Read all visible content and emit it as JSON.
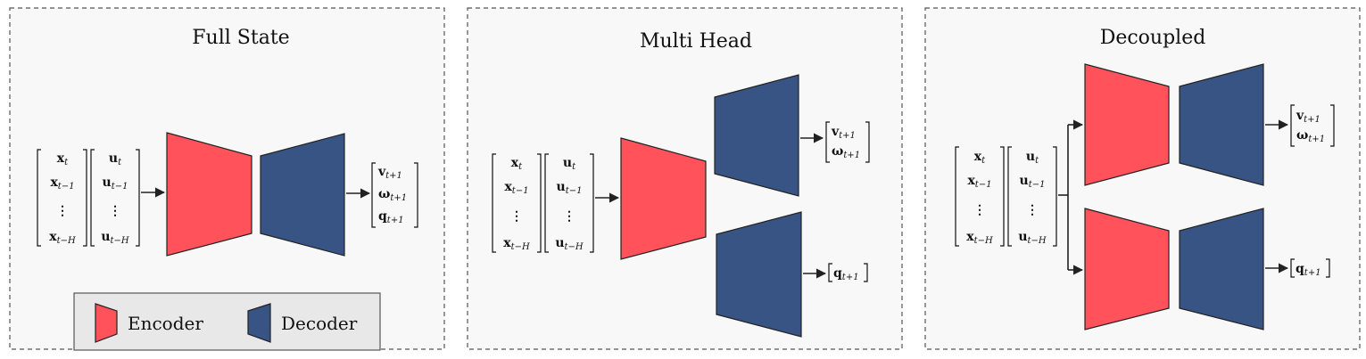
{
  "colors": {
    "encoder": "#FF525B",
    "decoder": "#385485",
    "panel_bg": "#F8F8F8",
    "legend_bg": "#E8E8E8",
    "border": "#555555"
  },
  "panels": [
    {
      "title": "Full State"
    },
    {
      "title": "Multi Head"
    },
    {
      "title": "Decoupled"
    }
  ],
  "legend": {
    "encoder_label": "Encoder",
    "decoder_label": "Decoder"
  },
  "input_matrix": {
    "x": [
      {
        "base": "x",
        "sub": "t"
      },
      {
        "base": "x",
        "sub": "t−1"
      },
      {
        "base": "⋮",
        "sub": ""
      },
      {
        "base": "x",
        "sub": "t−H"
      }
    ],
    "u": [
      {
        "base": "u",
        "sub": "t"
      },
      {
        "base": "u",
        "sub": "t−1"
      },
      {
        "base": "⋮",
        "sub": ""
      },
      {
        "base": "u",
        "sub": "t−H"
      }
    ]
  },
  "outputs": {
    "full": [
      {
        "base": "v",
        "sub": "t+1"
      },
      {
        "base": "ω",
        "sub": "t+1"
      },
      {
        "base": "q",
        "sub": "t+1"
      }
    ],
    "vw": [
      {
        "base": "v",
        "sub": "t+1"
      },
      {
        "base": "ω",
        "sub": "t+1"
      }
    ],
    "q": [
      {
        "base": "q",
        "sub": "t+1"
      }
    ]
  }
}
